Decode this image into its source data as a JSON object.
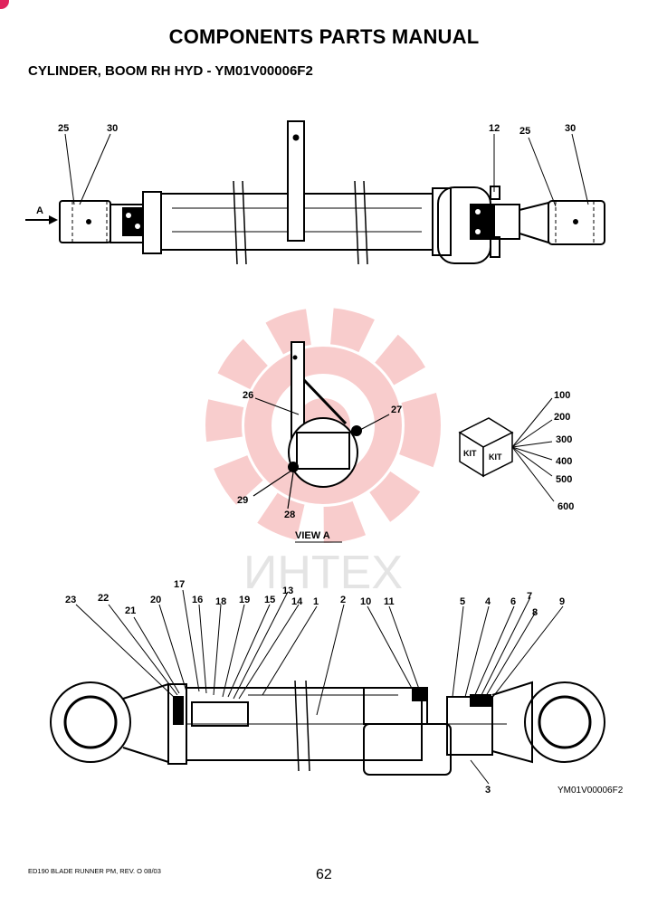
{
  "header": {
    "title": "COMPONENTS PARTS MANUAL",
    "subtitle": "CYLINDER, BOOM RH HYD - YM01V00006F2"
  },
  "watermark": {
    "text": "ИНТЕХ",
    "color": "#f4c6c6"
  },
  "top_view": {
    "arrow_label": "A",
    "callouts": [
      "25",
      "30",
      "12",
      "25",
      "30"
    ]
  },
  "view_a": {
    "caption": "VIEW  A",
    "callouts": [
      "26",
      "27",
      "29",
      "28"
    ]
  },
  "kit": {
    "box_text": "KIT",
    "callouts": [
      "100",
      "200",
      "300",
      "400",
      "500",
      "600"
    ]
  },
  "section_view": {
    "callouts": [
      "23",
      "22",
      "21",
      "20",
      "17",
      "16",
      "18",
      "19",
      "15",
      "13",
      "14",
      "1",
      "2",
      "10",
      "11",
      "5",
      "4",
      "6",
      "7",
      "8",
      "9",
      "3"
    ],
    "drawing_number": "YM01V00006F2"
  },
  "footer": {
    "left": "ED190 BLADE RUNNER PM, REV. O 08/03",
    "page_number": "62"
  }
}
